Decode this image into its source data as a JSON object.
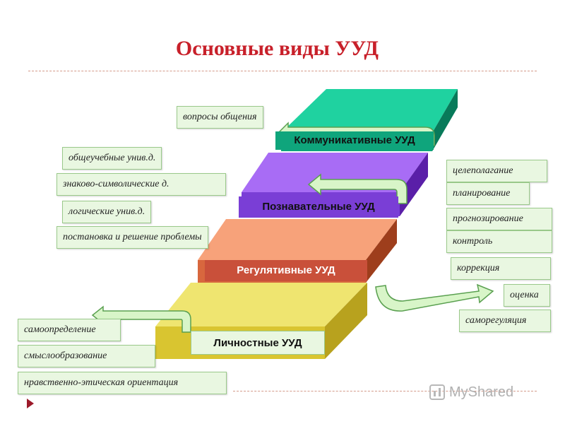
{
  "title": "Основные виды УУД",
  "steps": [
    {
      "id": "communicative",
      "label": "Коммуникативные УУД",
      "color": "#1ec99a"
    },
    {
      "id": "cognitive",
      "label": "Познавательные УУД",
      "color": "#9a5cf0"
    },
    {
      "id": "regulative",
      "label": "Регулятивные УУД",
      "color": "#f08a60"
    },
    {
      "id": "personal",
      "label": "Личностные УУД",
      "color": "#e8dc50"
    }
  ],
  "communicative_items": [
    "вопросы общения"
  ],
  "cognitive_items": [
    "общеучебные унив.д.",
    "знаково-символические д.",
    "логические унив.д.",
    "постановка и решение проблемы"
  ],
  "regulative_items": [
    "целеполагание",
    "планирование",
    "прогнозирование",
    "контроль",
    "коррекция",
    "оценка",
    "саморегуляция"
  ],
  "personal_items": [
    "самоопределение",
    "смыслообразование",
    "нравственно-этическая ориентация"
  ],
  "watermark": "MyShared",
  "colors": {
    "title": "#c8202a",
    "label_bg": "#e9f7e1",
    "label_border": "#9ac98a",
    "arrow_fill": "#d8f5c8",
    "arrow_stroke": "#5aa050"
  }
}
